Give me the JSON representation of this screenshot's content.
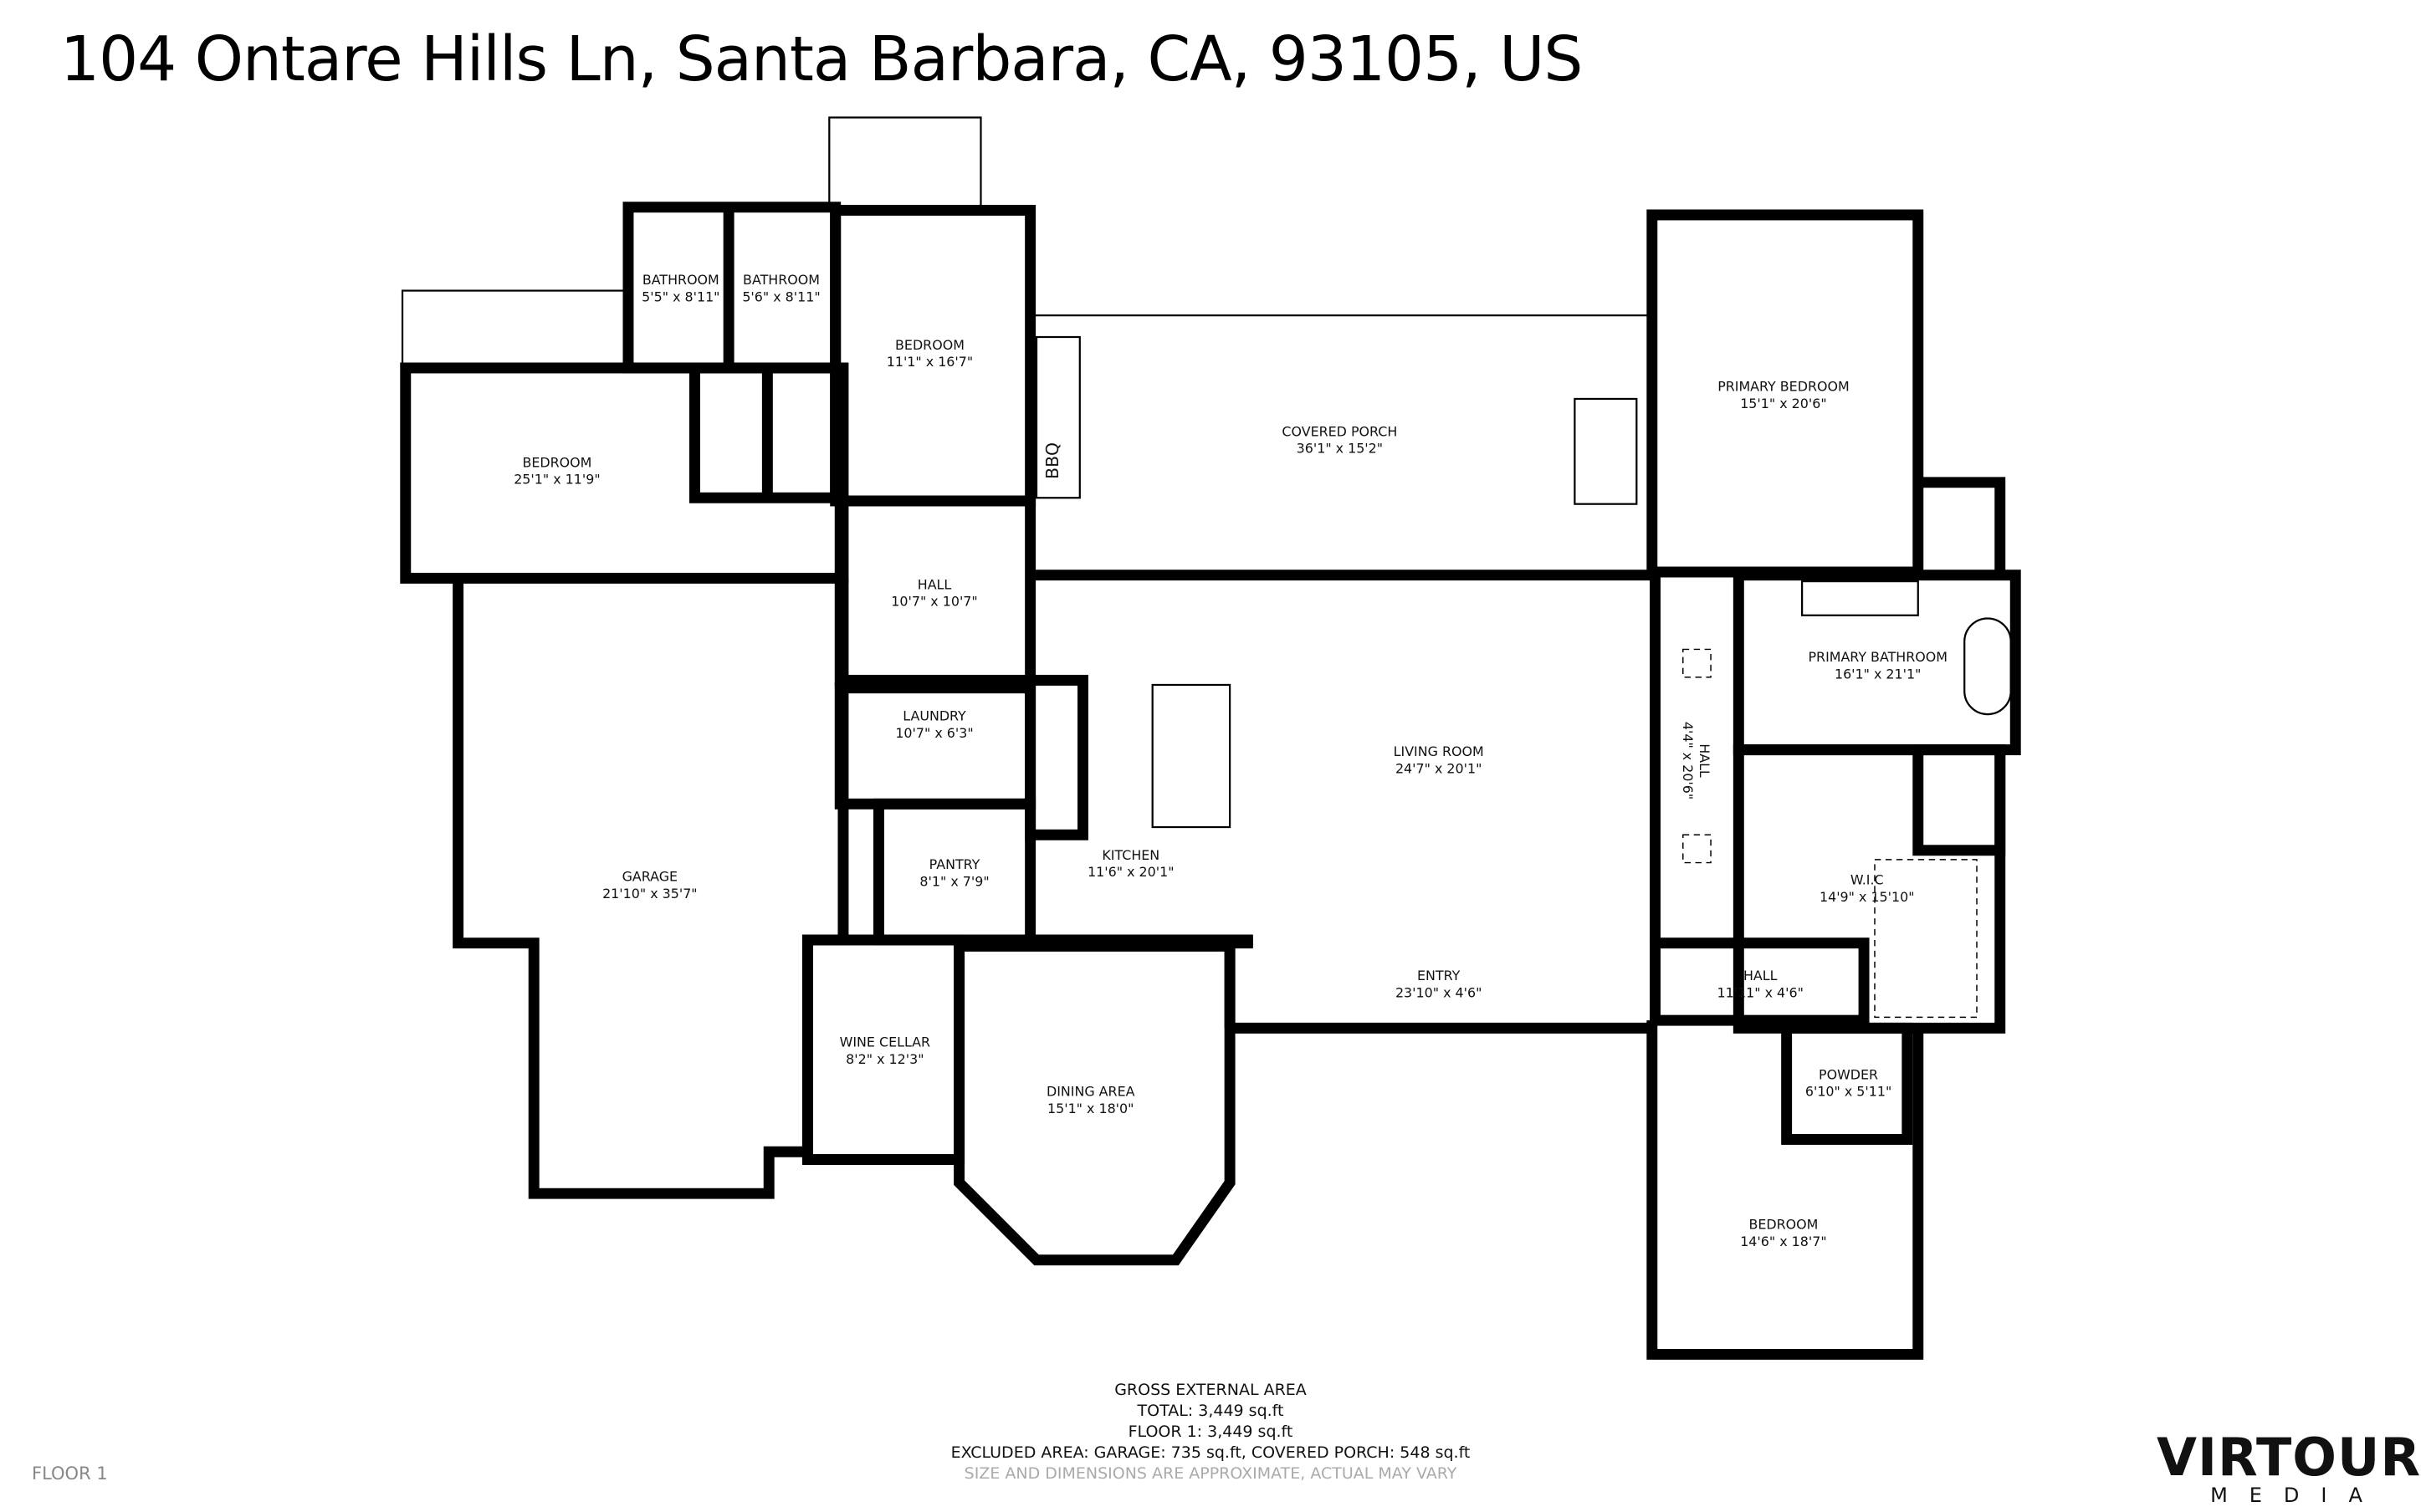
{
  "title": "104 Ontare Hills Ln, Santa Barbara, CA, 93105, US",
  "rooms": {
    "bedroom_left": {
      "name": "BEDROOM",
      "dims": "25'1\" x 11'9\""
    },
    "bathroom_1": {
      "name": "BATHROOM",
      "dims": "5'5\" x 8'11\""
    },
    "bathroom_2": {
      "name": "BATHROOM",
      "dims": "5'6\" x 8'11\""
    },
    "bedroom_top": {
      "name": "BEDROOM",
      "dims": "11'1\" x 16'7\""
    },
    "covered_porch": {
      "name": "COVERED PORCH",
      "dims": "36'1\" x 15'2\""
    },
    "bbq": "BBQ",
    "primary_bedroom": {
      "name": "PRIMARY BEDROOM",
      "dims": "15'1\" x 20'6\""
    },
    "hall_left": {
      "name": "HALL",
      "dims": "10'7\" x 10'7\""
    },
    "primary_bathroom": {
      "name": "PRIMARY BATHROOM",
      "dims": "16'1\" x 21'1\""
    },
    "laundry": {
      "name": "LAUNDRY",
      "dims": "10'7\" x 6'3\""
    },
    "living_room": {
      "name": "LIVING ROOM",
      "dims": "24'7\" x 20'1\""
    },
    "hall_vertical": {
      "name": "HALL",
      "dims": "4'4\" x 20'6\""
    },
    "garage": {
      "name": "GARAGE",
      "dims": "21'10\" x 35'7\""
    },
    "pantry": {
      "name": "PANTRY",
      "dims": "8'1\" x 7'9\""
    },
    "kitchen": {
      "name": "KITCHEN",
      "dims": "11'6\" x 20'1\""
    },
    "wic": {
      "name": "W.I.C",
      "dims": "14'9\" x 15'10\""
    },
    "entry": {
      "name": "ENTRY",
      "dims": "23'10\" x 4'6\""
    },
    "hall_right": {
      "name": "HALL",
      "dims": "11'11\" x 4'6\""
    },
    "wine_cellar": {
      "name": "WINE CELLAR",
      "dims": "8'2\" x 12'3\""
    },
    "powder": {
      "name": "POWDER",
      "dims": "6'10\" x 5'11\""
    },
    "dining_area": {
      "name": "DINING AREA",
      "dims": "15'1\" x 18'0\""
    },
    "bedroom_bottom": {
      "name": "BEDROOM",
      "dims": "14'6\" x 18'7\""
    }
  },
  "footer": {
    "heading": "GROSS EXTERNAL AREA",
    "total": "TOTAL: 3,449 sq.ft",
    "floor1": "FLOOR 1: 3,449 sq.ft",
    "excluded": "EXCLUDED AREA: GARAGE: 735 sq.ft, COVERED PORCH: 548 sq.ft",
    "disclaimer": "SIZE AND DIMENSIONS ARE APPROXIMATE, ACTUAL MAY VARY",
    "disclaimer_color": "#aaaaaa"
  },
  "floor_label": "FLOOR 1",
  "logo": {
    "top": "VIRTOUR",
    "bottom": "MEDIA"
  }
}
